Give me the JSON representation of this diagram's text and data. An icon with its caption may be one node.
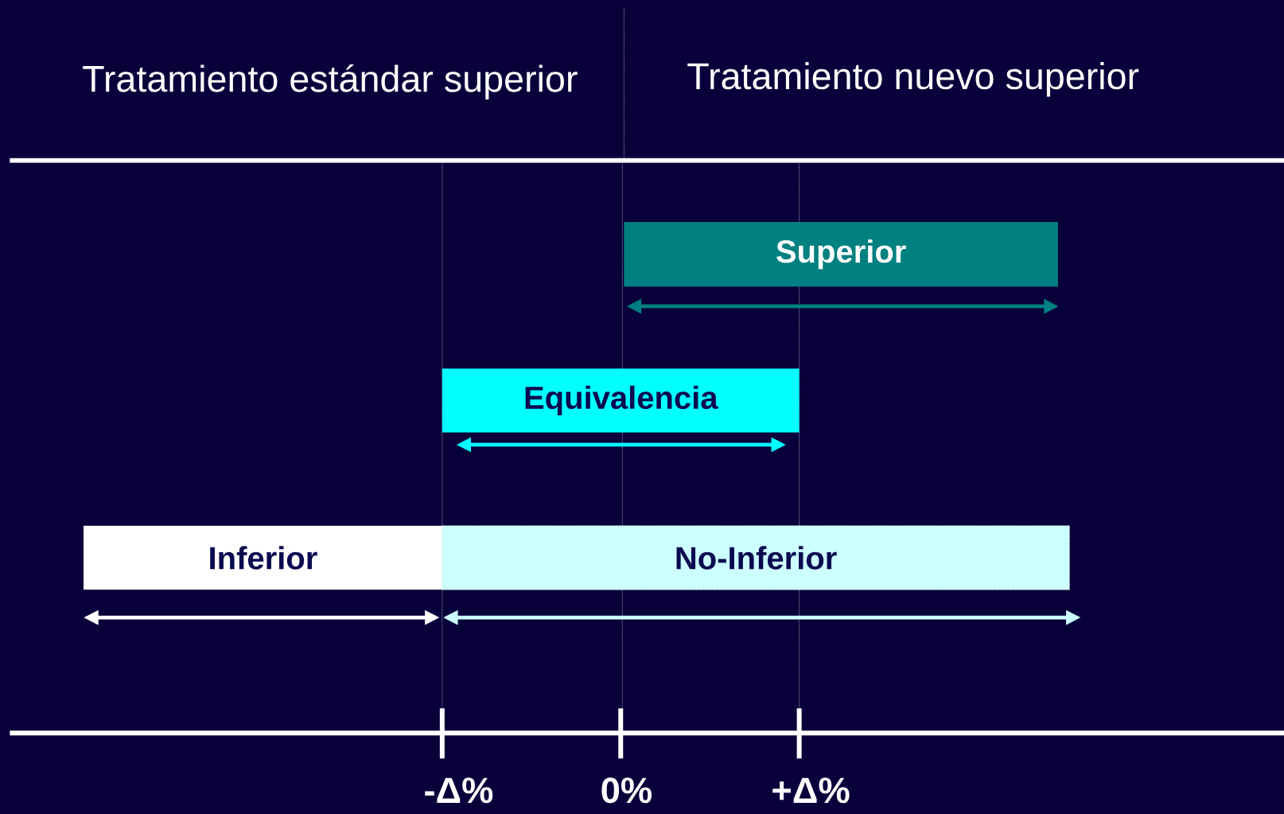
{
  "diagram": {
    "nodes": [
      {
        "text": [
          "Superior"
        ]
      },
      {
        "text": [
          "Equivalencia"
        ]
      },
      {
        "text": [
          "Inferior"
        ]
      },
      {
        "text": [
          "No-Inferior"
        ]
      }
    ],
    "labels": [
      "Tratamiento estándar superior",
      "Tratamiento nuevo superior",
      "-Δ%",
      "0%",
      "+Δ%"
    ]
  }
}
